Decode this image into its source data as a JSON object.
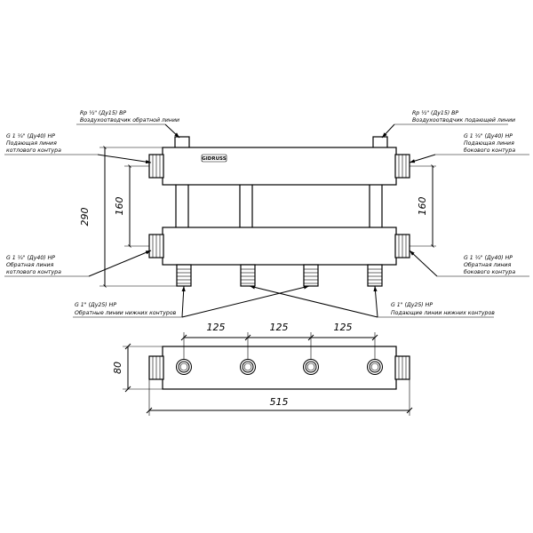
{
  "brand": "GIDRUSS",
  "labels": {
    "air_vent_return": [
      "Rp ½\" (Ду15) ВР",
      "Воздухоотводчик обратной линии"
    ],
    "air_vent_supply": [
      "Rp ½\" (Ду15) ВР",
      "Воздухоотводчик подающей линии"
    ],
    "supply_boiler": [
      "G 1 ¼\" (Ду40) НР",
      "Подающая линия",
      "котлового контура"
    ],
    "supply_side": [
      "G 1 ¼\" (Ду40) НР",
      "Подающая линия",
      "бокового контура"
    ],
    "return_boiler": [
      "G 1 ¼\" (Ду40) НР",
      "Обратная линия",
      "котлового контура"
    ],
    "return_side": [
      "G 1 ¼\" (Ду40) НР",
      "Обратная линия",
      "бокового контура"
    ],
    "return_lower": [
      "G 1\" (Ду25) НР",
      "Обратные линии нижних контуров"
    ],
    "supply_lower": [
      "G 1\" (Ду25) НР",
      "Подающие линии нижних контуров"
    ]
  },
  "dimensions": {
    "height_total": "290",
    "spacing_left": "160",
    "spacing_right": "160",
    "pitch_1": "125",
    "pitch_2": "125",
    "pitch_3": "125",
    "depth": "80",
    "length": "515"
  }
}
